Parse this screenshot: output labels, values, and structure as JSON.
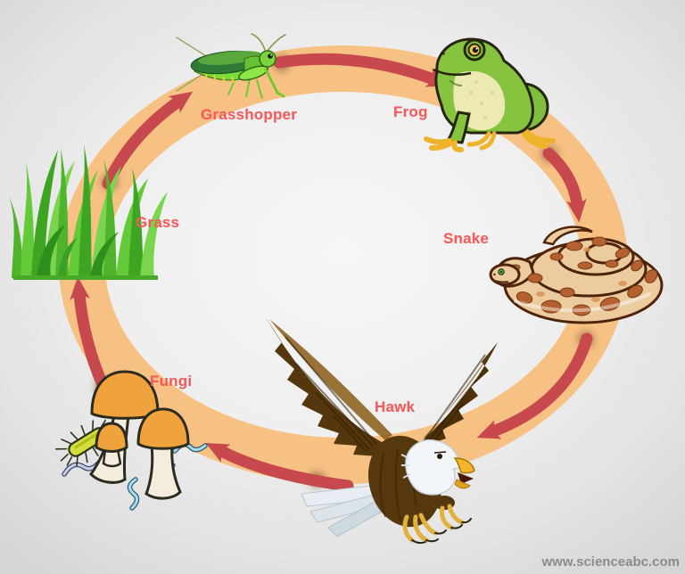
{
  "diagram": {
    "type": "cycle",
    "nodes": [
      {
        "id": "grass",
        "label": "Grass",
        "icon": "grass-icon"
      },
      {
        "id": "grasshopper",
        "label": "Grasshopper",
        "icon": "grasshopper-icon"
      },
      {
        "id": "frog",
        "label": "Frog",
        "icon": "frog-icon"
      },
      {
        "id": "snake",
        "label": "Snake",
        "icon": "snake-icon"
      },
      {
        "id": "hawk",
        "label": "Hawk",
        "icon": "hawk-icon"
      },
      {
        "id": "fungi",
        "label": "Fungi",
        "icon": "fungi-icon"
      }
    ],
    "edges": [
      {
        "from": "Grass",
        "to": "Grasshopper"
      },
      {
        "from": "Grasshopper",
        "to": "Frog"
      },
      {
        "from": "Frog",
        "to": "Snake"
      },
      {
        "from": "Snake",
        "to": "Hawk"
      },
      {
        "from": "Hawk",
        "to": "Fungi"
      },
      {
        "from": "Fungi",
        "to": "Grass"
      }
    ],
    "colors": {
      "ring": "#f7c183",
      "arrow": "#c7494e",
      "label": "#f15b5b",
      "watermark_text": "#8b8b8b"
    }
  },
  "watermark": "www.scienceabc.com"
}
